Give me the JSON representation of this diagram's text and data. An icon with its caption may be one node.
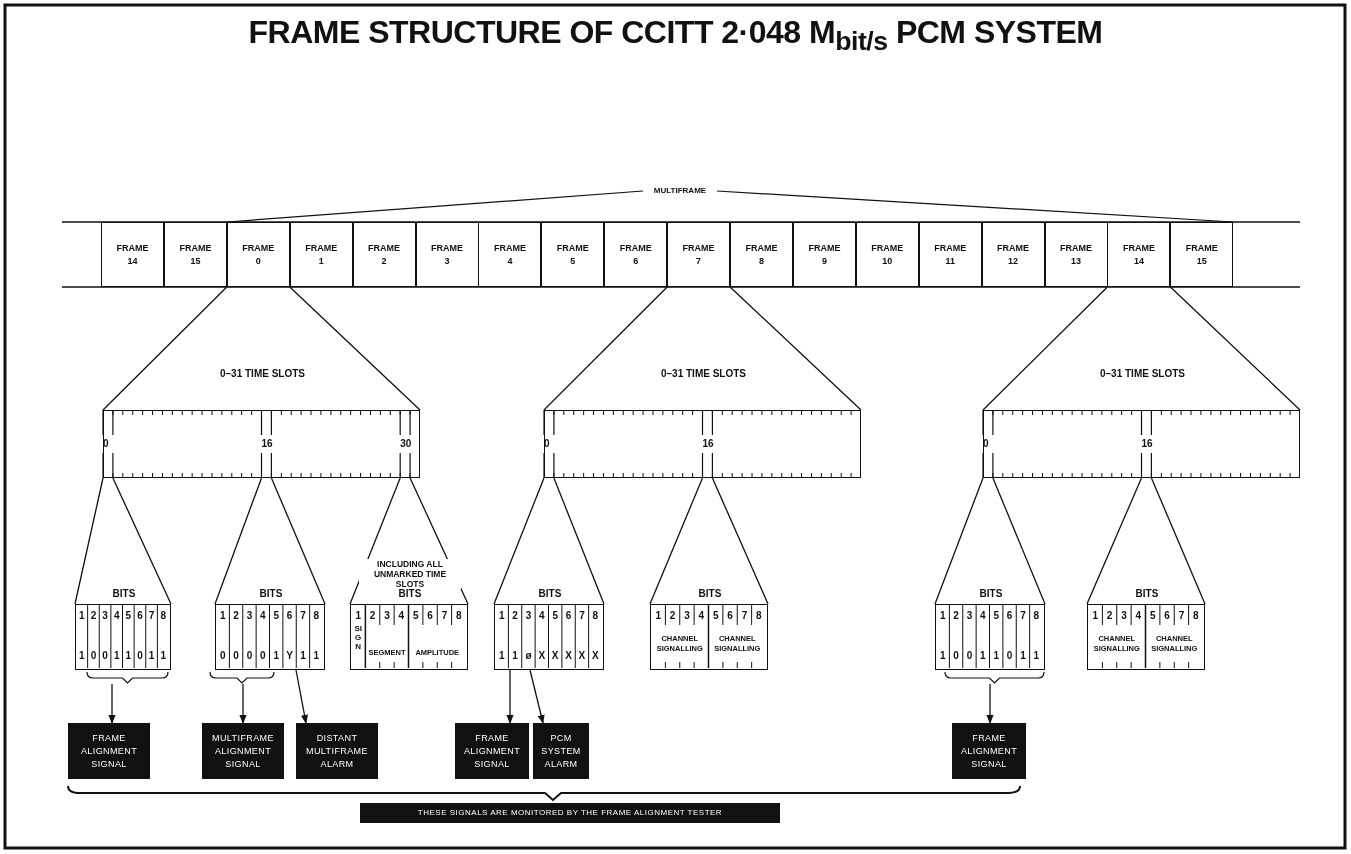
{
  "diagram": {
    "title": "FRAME STRUCTURE OF CCITT 2·048 M$_{bit/s}$ PCM SYSTEM",
    "nodes": [
      {
        "text": [
          "FRAME 14"
        ]
      },
      {
        "text": [
          "FRAME 15"
        ]
      },
      {
        "text": [
          "FRAME 0"
        ]
      },
      {
        "text": [
          "FRAME 1"
        ]
      },
      {
        "text": [
          "FRAME 2"
        ]
      },
      {
        "text": [
          "FRAME 3"
        ]
      },
      {
        "text": [
          "FRAME 4"
        ]
      },
      {
        "text": [
          "FRAME 5"
        ]
      },
      {
        "text": [
          "FRAME 6"
        ]
      },
      {
        "text": [
          "FRAME 7"
        ]
      },
      {
        "text": [
          "FRAME 8"
        ]
      },
      {
        "text": [
          "FRAME 9"
        ]
      },
      {
        "text": [
          "FRAME 10"
        ]
      },
      {
        "text": [
          "FRAME 11"
        ]
      },
      {
        "text": [
          "FRAME 12"
        ]
      },
      {
        "text": [
          "FRAME 13"
        ]
      },
      {
        "text": [
          "FRAME 14"
        ]
      },
      {
        "text": [
          "FRAME 15"
        ]
      },
      {
        "text": [
          "0–31 TIME SLOTS",
          "0",
          "16",
          "30"
        ]
      },
      {
        "text": [
          "0–31 TIME SLOTS",
          "0",
          "16"
        ]
      },
      {
        "text": [
          "0–31 TIME SLOTS",
          "0",
          "16"
        ]
      },
      {
        "text": [
          "BITS",
          "1",
          "2",
          "3",
          "4",
          "5",
          "6",
          "7",
          "8",
          "1",
          "0",
          "0",
          "1",
          "1",
          "0",
          "1",
          "1"
        ]
      },
      {
        "text": [
          "BITS",
          "1",
          "2",
          "3",
          "4",
          "5",
          "6",
          "7",
          "8",
          "0",
          "0",
          "0",
          "0",
          "1",
          "Y",
          "1",
          "1"
        ]
      },
      {
        "text": [
          "INCLUDING ALL UNMARKED TIME SLOTS",
          "BITS",
          "1",
          "2",
          "3",
          "4",
          "5",
          "6",
          "7",
          "8",
          "SIGN",
          "SEGMENT",
          "AMPLITUDE"
        ]
      },
      {
        "text": [
          "BITS",
          "1",
          "2",
          "3",
          "4",
          "5",
          "6",
          "7",
          "8",
          "1",
          "1",
          "ø",
          "X",
          "X",
          "X",
          "X",
          "X"
        ]
      },
      {
        "text": [
          "BITS",
          "1",
          "2",
          "3",
          "4",
          "5",
          "6",
          "7",
          "8",
          "CHANNEL SIGNALLING",
          "CHANNEL SIGNALLING"
        ]
      },
      {
        "text": [
          "BITS",
          "1",
          "2",
          "3",
          "4",
          "5",
          "6",
          "7",
          "8",
          "1",
          "0",
          "0",
          "1",
          "1",
          "0",
          "1",
          "1"
        ]
      },
      {
        "text": [
          "BITS",
          "1",
          "2",
          "3",
          "4",
          "5",
          "6",
          "7",
          "8",
          "CHANNEL SIGNALLING",
          "CHANNEL SIGNALLING"
        ]
      },
      {
        "text": [
          "FRAME ALIGNMENT SIGNAL"
        ]
      },
      {
        "text": [
          "MULTIFRAME ALIGNMENT SIGNAL"
        ]
      },
      {
        "text": [
          "DISTANT MULTIFRAME ALARM"
        ]
      },
      {
        "text": [
          "FRAME ALIGNMENT SIGNAL"
        ]
      },
      {
        "text": [
          "PCM SYSTEM ALARM"
        ]
      },
      {
        "text": [
          "FRAME ALIGNMENT SIGNAL"
        ]
      }
    ],
    "edges": [
      {
        "from": 2,
        "to": 18,
        "arrow": "none"
      },
      {
        "from": 9,
        "to": 19,
        "arrow": "none"
      },
      {
        "from": 16,
        "to": 20,
        "arrow": "none"
      },
      {
        "from": 18,
        "to": 21,
        "arrow": "none"
      },
      {
        "from": 18,
        "to": 22,
        "arrow": "none"
      },
      {
        "from": 18,
        "to": 23,
        "arrow": "none"
      },
      {
        "from": 19,
        "to": 24,
        "arrow": "none"
      },
      {
        "from": 19,
        "to": 25,
        "arrow": "none"
      },
      {
        "from": 20,
        "to": 26,
        "arrow": "none"
      },
      {
        "from": 20,
        "to": 27,
        "arrow": "none"
      },
      {
        "from": 21,
        "to": 28,
        "arrow": "to"
      },
      {
        "from": 22,
        "to": 29,
        "arrow": "to"
      },
      {
        "from": 22,
        "to": 30,
        "arrow": "to"
      },
      {
        "from": 24,
        "to": 31,
        "arrow": "to"
      },
      {
        "from": 24,
        "to": 32,
        "arrow": "to"
      },
      {
        "from": 26,
        "to": 33,
        "arrow": "to"
      }
    ],
    "labels": [
      "MULTIFRAME",
      "THESE SIGNALS ARE MONITORED BY THE FRAME ALIGNMENT TESTER"
    ]
  }
}
